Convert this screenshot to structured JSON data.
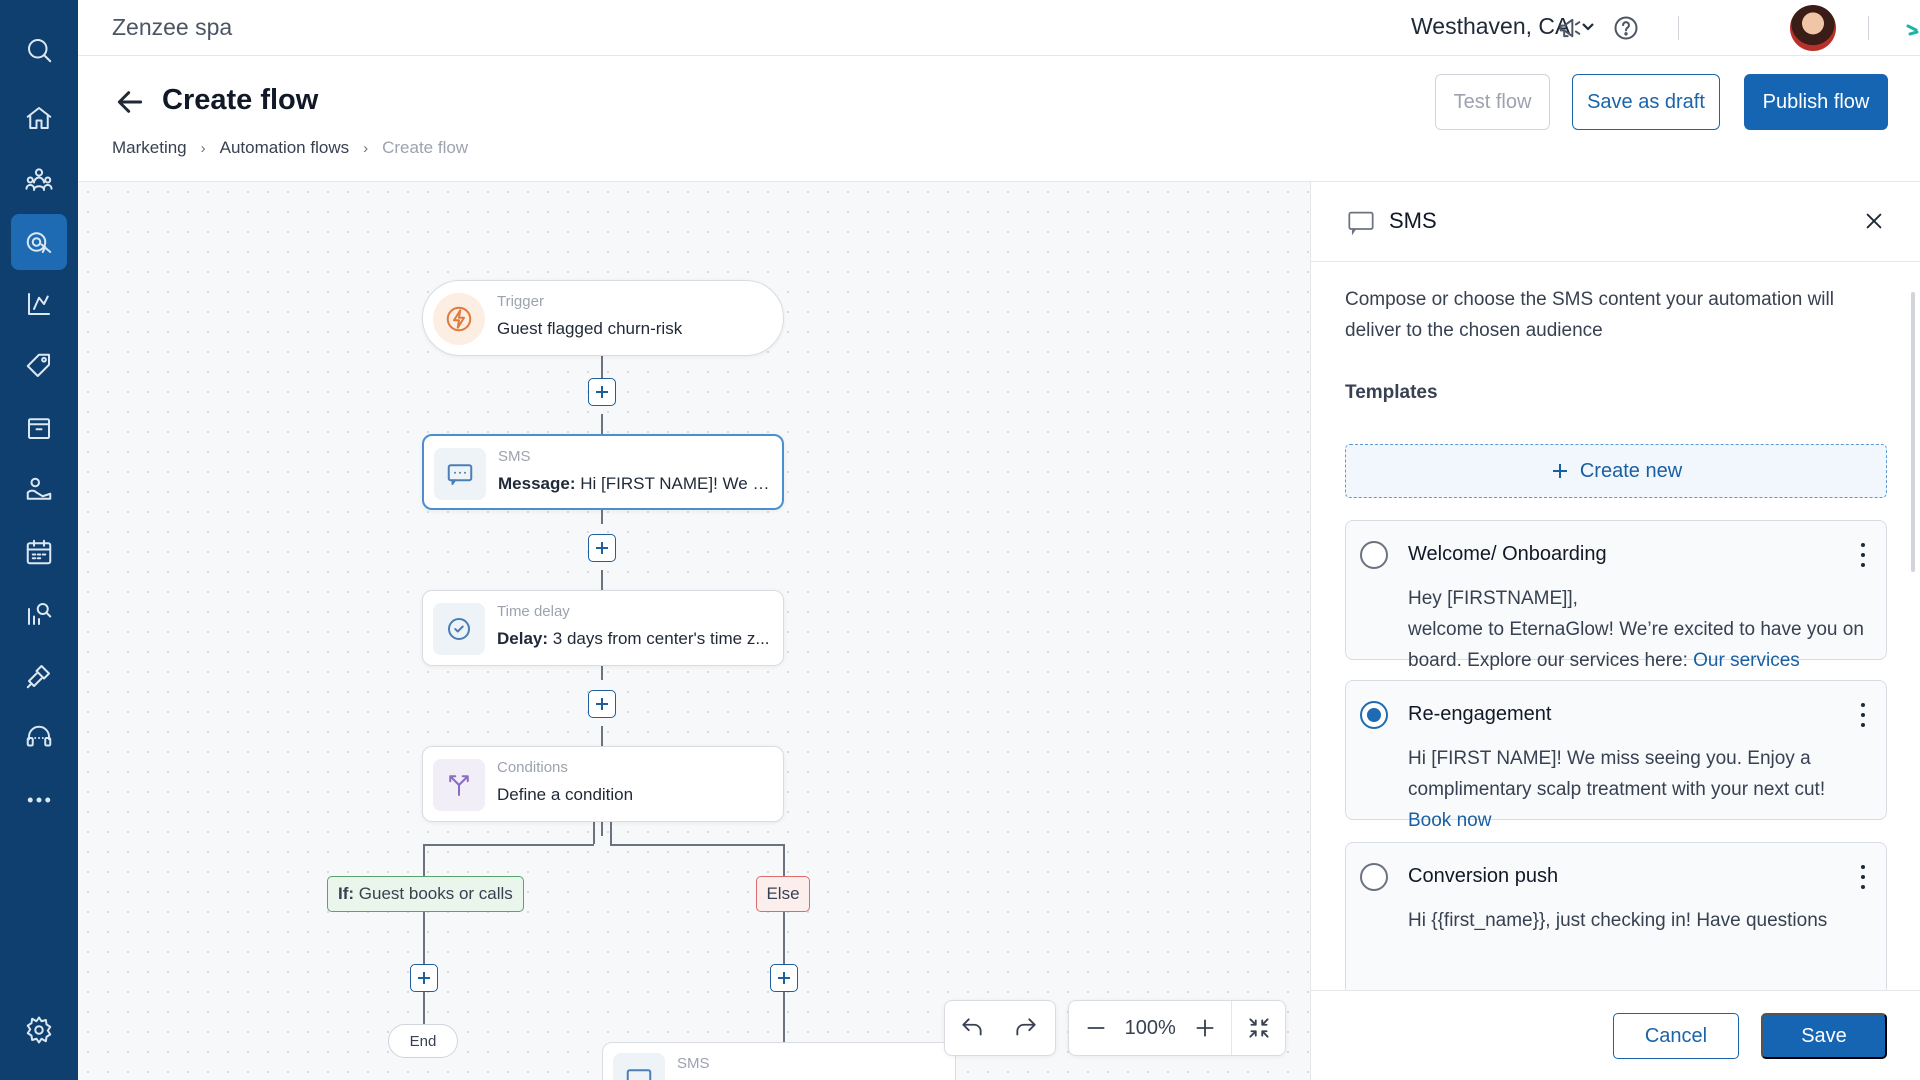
{
  "app": {
    "brand": "Zenzee spa",
    "location": "Westhaven, CA"
  },
  "sidebar": {
    "items": [
      {
        "icon": "search-icon"
      },
      {
        "icon": "home-icon"
      },
      {
        "icon": "people-icon"
      },
      {
        "icon": "marketing-icon",
        "active": true
      },
      {
        "icon": "reports-icon"
      },
      {
        "icon": "tag-icon"
      },
      {
        "icon": "inventory-icon"
      },
      {
        "icon": "services-icon"
      },
      {
        "icon": "calendar-icon"
      },
      {
        "icon": "analytics-icon"
      },
      {
        "icon": "integrations-icon"
      },
      {
        "icon": "support-icon"
      },
      {
        "icon": "more-icon"
      },
      {
        "icon": "settings-icon"
      }
    ]
  },
  "header": {
    "title": "Create flow",
    "breadcrumb": [
      "Marketing",
      "Automation flows",
      "Create flow"
    ],
    "test_label": "Test flow",
    "draft_label": "Save as draft",
    "publish_label": "Publish flow"
  },
  "flow": {
    "trigger": {
      "label": "Trigger",
      "text": "Guest flagged churn-risk"
    },
    "sms": {
      "label": "SMS",
      "bold": "Message:",
      "text": "Hi [FIRST NAME]! We m..."
    },
    "delay": {
      "label": "Time delay",
      "bold": "Delay:",
      "text": "3 days from center's time z..."
    },
    "conditions": {
      "label": "Conditions",
      "text": "Define a condition"
    },
    "if_prefix": "If:",
    "if_text": "Guest books or calls",
    "else_label": "Else",
    "end_label": "End",
    "next_label": "SMS"
  },
  "toolbar": {
    "zoom": "100%"
  },
  "panel": {
    "title": "SMS",
    "description": "Compose or choose the SMS content your automation will deliver to the chosen audience",
    "templates_label": "Templates",
    "create_label": "Create new",
    "templates": [
      {
        "title": "Welcome/ Onboarding",
        "line1": "Hey [FIRSTNAME]],",
        "line2": "welcome to EternaGlow! We’re excited to have you on board. Explore our services here:",
        "link": "Our services",
        "selected": false
      },
      {
        "title": "Re-engagement",
        "body": "Hi [FIRST NAME]! We miss seeing you. Enjoy a complimentary scalp treatment with your next cut!",
        "link": "Book now",
        "selected": true
      },
      {
        "title": "Conversion push",
        "body": "Hi {{first_name}}, just checking in! Have questions",
        "selected": false
      }
    ],
    "cancel_label": "Cancel",
    "save_label": "Save"
  },
  "colors": {
    "sidebar": "#0e3f6e",
    "accent": "#1565b3",
    "if_green": "#5aa36a",
    "else_red": "#dc6b6b"
  }
}
